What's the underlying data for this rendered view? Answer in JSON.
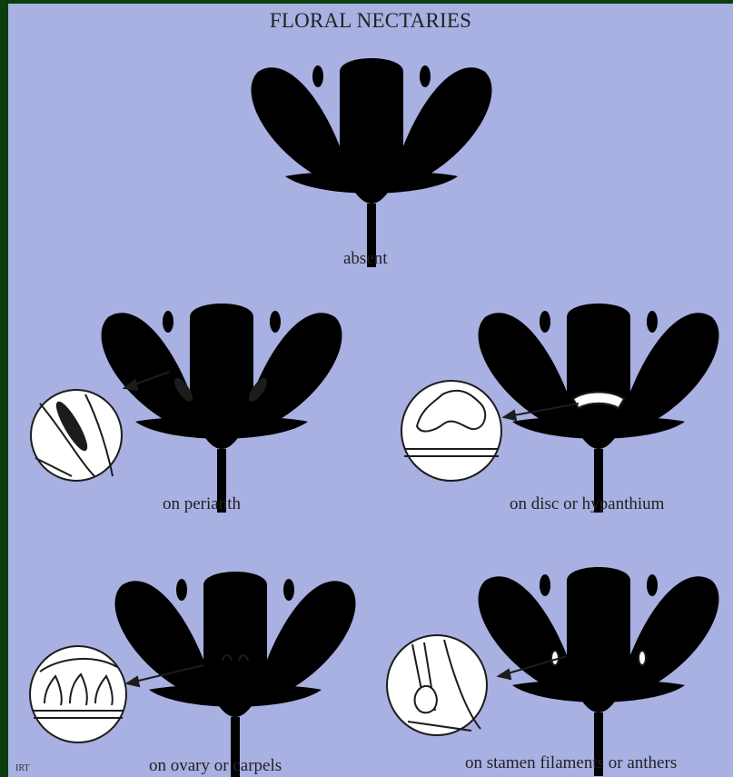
{
  "title": "FLORAL NECTARIES",
  "credit": "IRT",
  "captions": {
    "absent": "absent",
    "perianth": "on perianth",
    "disc": "on disc or hypanthium",
    "ovary": "on ovary or carpels",
    "stamen": "on stamen filaments or anthers"
  }
}
